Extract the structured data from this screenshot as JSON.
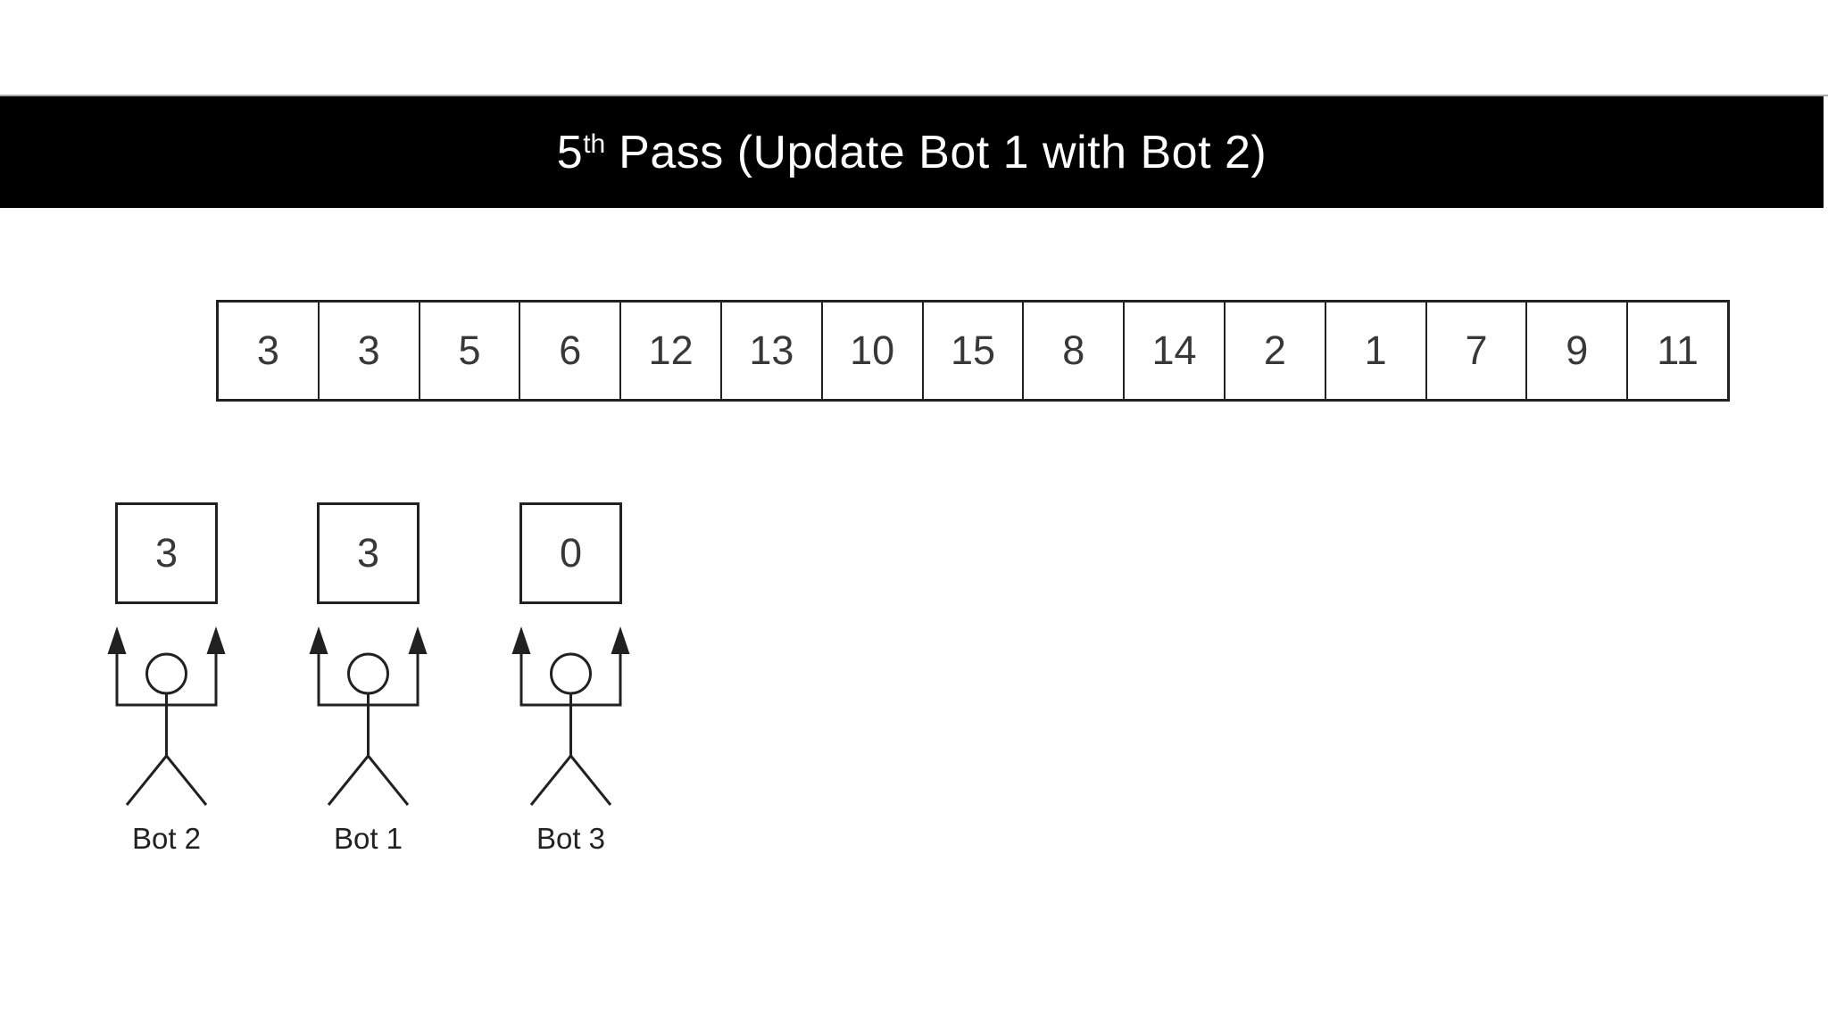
{
  "title": {
    "pass_number": "5",
    "ordinal_suffix": "th",
    "rest": " Pass (Update Bot 1 with Bot 2)"
  },
  "array": {
    "values": [
      "3",
      "3",
      "5",
      "6",
      "12",
      "13",
      "10",
      "15",
      "8",
      "14",
      "2",
      "1",
      "7",
      "9",
      "11"
    ]
  },
  "bots": [
    {
      "label": "Bot 2",
      "value": "3"
    },
    {
      "label": "Bot 1",
      "value": "3"
    },
    {
      "label": "Bot 3",
      "value": "0"
    }
  ],
  "colors": {
    "title_bar_bg": "#000000",
    "title_text": "#ffffff",
    "line_color": "#212121",
    "number_text": "#383838",
    "page_bg": "#ffffff",
    "top_hairline": "#a9a9a9"
  }
}
